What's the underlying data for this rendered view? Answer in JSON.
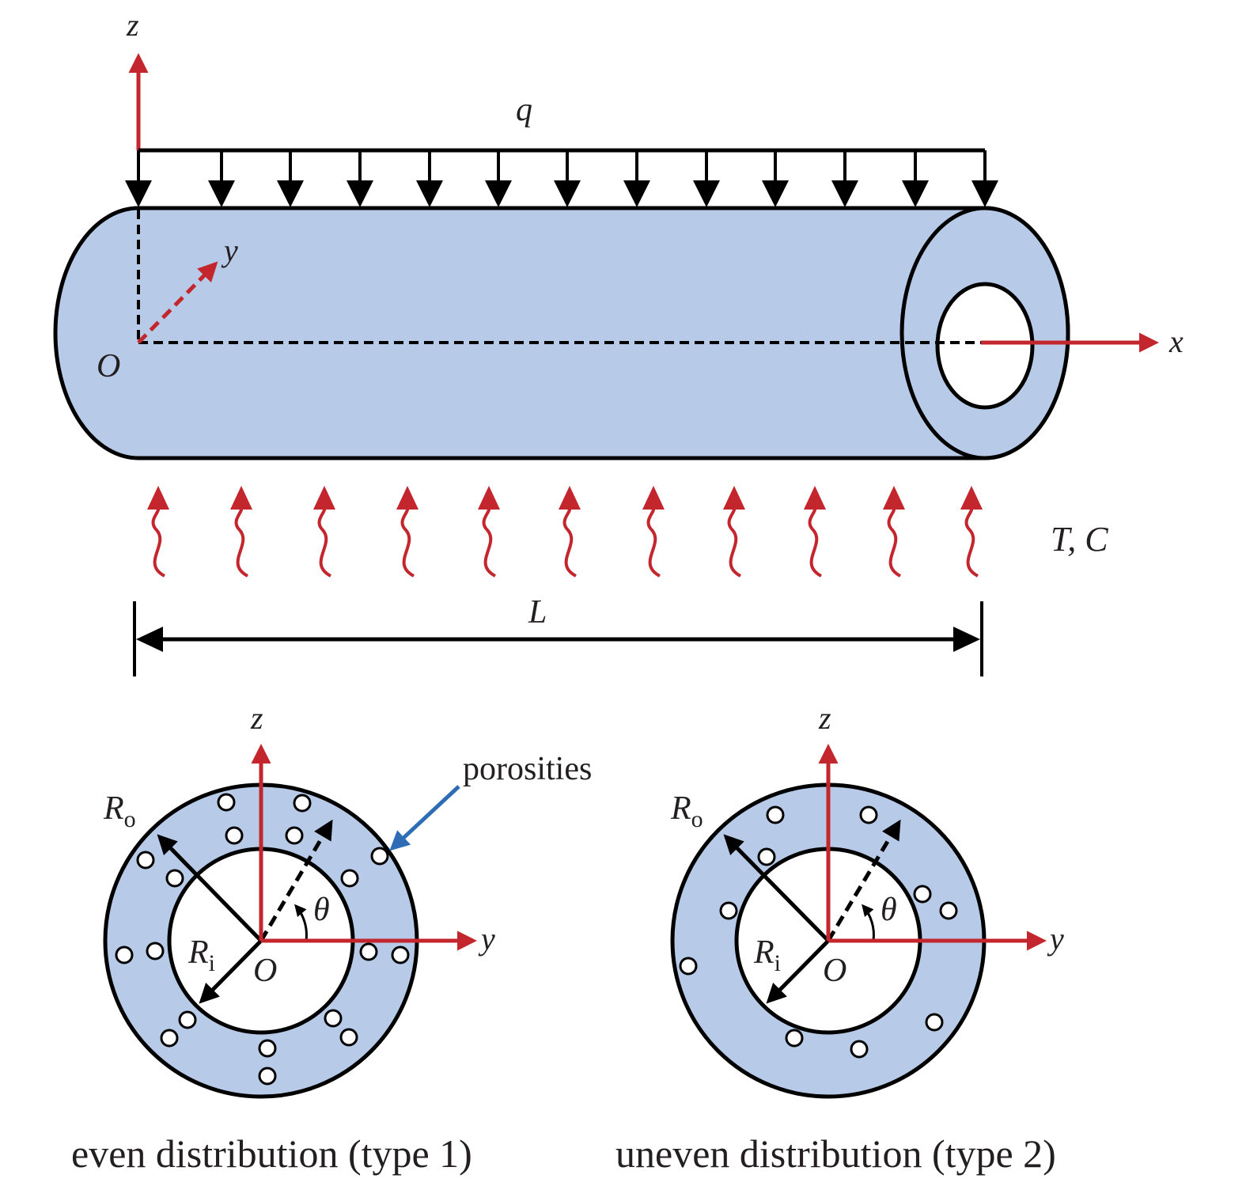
{
  "labels": {
    "z_top": "z",
    "q": "q",
    "y_top": "y",
    "origin_top": "O",
    "x": "x",
    "tc": "T, C",
    "length": "L",
    "z_left": "z",
    "z_right": "z",
    "porosities": "porosities",
    "ro_left_main": "R",
    "ro_left_sub": "o",
    "ro_right_main": "R",
    "ro_right_sub": "o",
    "ri_left_main": "R",
    "ri_left_sub": "i",
    "ri_right_main": "R",
    "ri_right_sub": "i",
    "theta_left": "θ",
    "theta_right": "θ",
    "o_left": "O",
    "o_right": "O",
    "y_left": "y",
    "y_right": "y"
  },
  "captions": {
    "left": "even distribution (type 1)",
    "right": "uneven distribution (type 2)"
  },
  "colors": {
    "fill": "#b7cbe8",
    "axis": "#c3262d",
    "stroke": "#000000",
    "pointer": "#2e6db5"
  }
}
